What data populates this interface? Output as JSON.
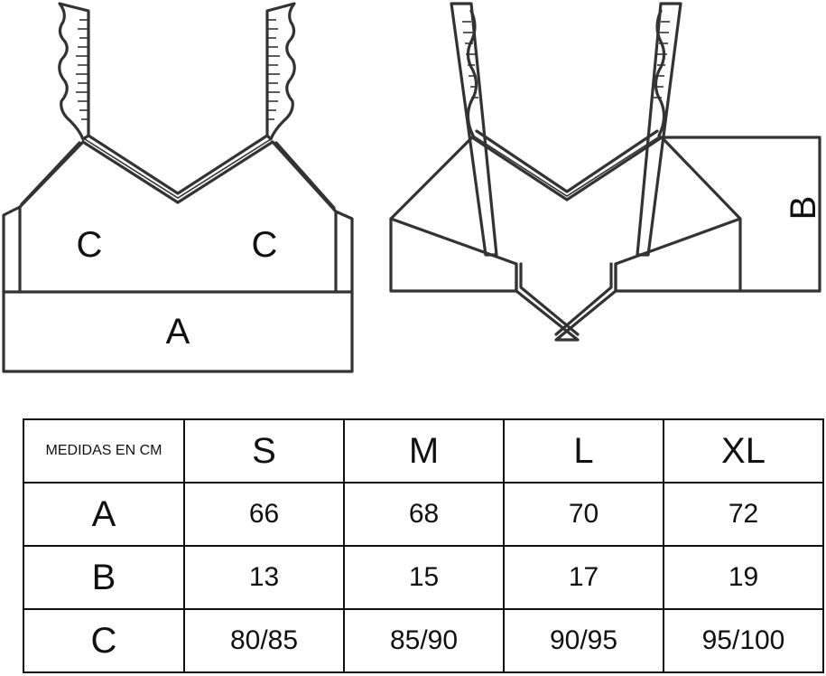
{
  "diagram": {
    "labels": {
      "front_band": "A",
      "front_cup_left": "C",
      "front_cup_right": "C",
      "back_height": "B"
    }
  },
  "size_table": {
    "corner_label": "MEDIDAS EN CM",
    "sizes": [
      "S",
      "M",
      "L",
      "XL"
    ],
    "rows": [
      {
        "label": "A",
        "values": [
          "66",
          "68",
          "70",
          "72"
        ]
      },
      {
        "label": "B",
        "values": [
          "13",
          "15",
          "17",
          "19"
        ]
      },
      {
        "label": "C",
        "values": [
          "80/85",
          "85/90",
          "90/95",
          "95/100"
        ]
      }
    ]
  }
}
